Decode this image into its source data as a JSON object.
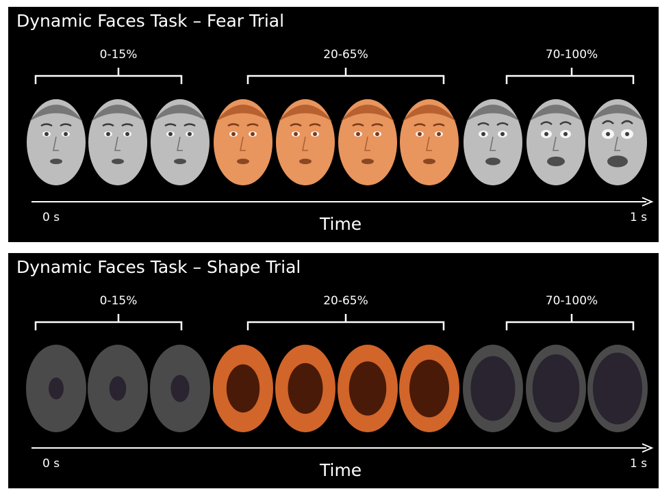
{
  "panels": [
    {
      "title": "Dynamic Faces Task – Fear Trial",
      "stimulus": "face",
      "segments": [
        {
          "label": "0-15%",
          "count": 3,
          "tint": "gray"
        },
        {
          "label": "20-65%",
          "count": 4,
          "tint": "orange"
        },
        {
          "label": "70-100%",
          "count": 3,
          "tint": "gray"
        }
      ],
      "time_start": "0 s",
      "time_end": "1 s",
      "time_label": "Time"
    },
    {
      "title": "Dynamic Faces Task – Shape Trial",
      "stimulus": "shape",
      "segments": [
        {
          "label": "0-15%",
          "count": 3,
          "tint": "gray"
        },
        {
          "label": "20-65%",
          "count": 4,
          "tint": "orange"
        },
        {
          "label": "70-100%",
          "count": 3,
          "tint": "gray"
        }
      ],
      "time_start": "0 s",
      "time_end": "1 s",
      "time_label": "Time"
    }
  ],
  "colors": {
    "background": "#000000",
    "gray_oval": "#4a4a4a",
    "gray_inner": "#2a2430",
    "orange_oval": "#d2652a",
    "orange_inner": "#4a1a08",
    "face_gray": "#bdbdbd",
    "face_orange": "#e8955e"
  }
}
